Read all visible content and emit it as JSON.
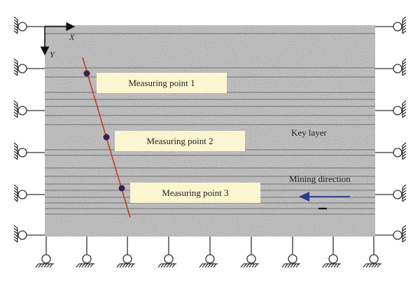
{
  "axes": {
    "x_label": "X",
    "y_label": "Y"
  },
  "measuring_points": [
    {
      "label": "Measuring point 1"
    },
    {
      "label": "Measuring point 2"
    },
    {
      "label": "Measuring point 3"
    }
  ],
  "key_layer_label": "Key layer",
  "mining_direction_label": "Mining direction",
  "colors": {
    "model_fill": "#bdbdbd",
    "layer_line": "#8e8e8e",
    "label_box": "#fbf6cf",
    "measure_line": "#c0473a",
    "measure_point": "#3a1f4f",
    "arrow": "#2c3a8a"
  }
}
